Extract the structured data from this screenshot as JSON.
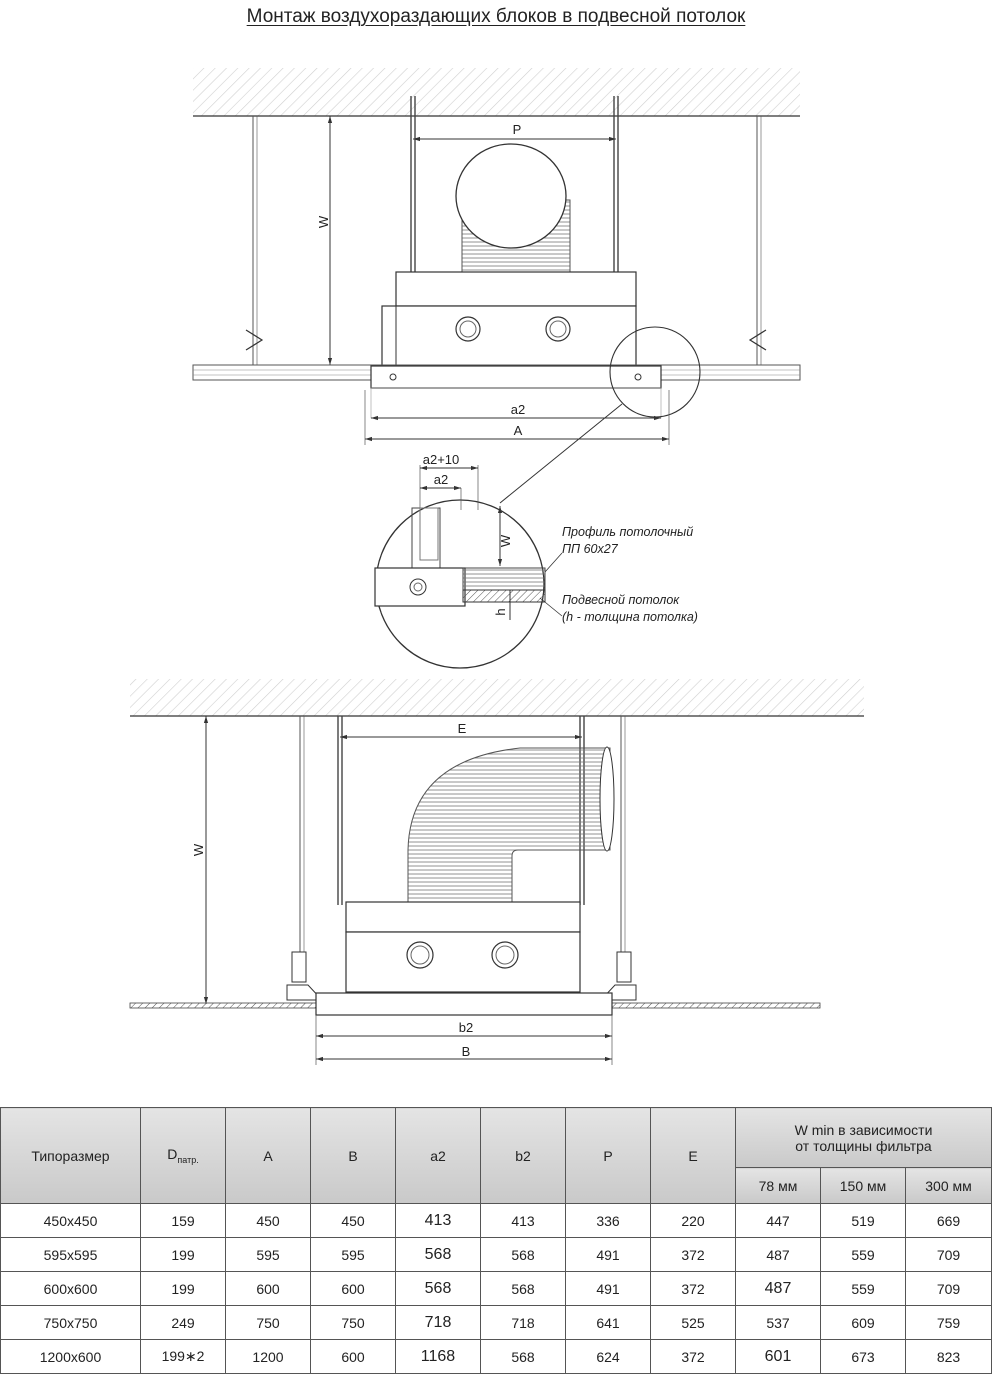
{
  "title": "Монтаж воздухораздающих блоков в подвесной потолок",
  "diagram_labels": {
    "p": "P",
    "w": "W",
    "a2": "a2",
    "a": "A",
    "a2_plus_10": "a2+10",
    "h": "h",
    "e": "E",
    "b2": "b2",
    "b": "B",
    "profile_line1": "Профиль потолочный",
    "profile_line2": "ПП 60х27",
    "ceiling_line1": "Подвесной потолок",
    "ceiling_line2": "(h - толщина потолка)"
  },
  "table": {
    "headers": {
      "size": "Типоразмер",
      "d_main": "D",
      "d_sub": "патр.",
      "a": "A",
      "b": "B",
      "a2": "a2",
      "b2": "b2",
      "p": "P",
      "e": "E",
      "wmin_line1": "W min в зависимости",
      "wmin_line2": "от толщины фильтра",
      "f78": "78 мм",
      "f150": "150 мм",
      "f300": "300 мм"
    },
    "rows": [
      {
        "size": "450х450",
        "d": "159",
        "a": "450",
        "b": "450",
        "a2": "413",
        "b2": "413",
        "p": "336",
        "e": "220",
        "w78": "447",
        "w150": "519",
        "w300": "669"
      },
      {
        "size": "595х595",
        "d": "199",
        "a": "595",
        "b": "595",
        "a2": "568",
        "b2": "568",
        "p": "491",
        "e": "372",
        "w78": "487",
        "w150": "559",
        "w300": "709"
      },
      {
        "size": "600х600",
        "d": "199",
        "a": "600",
        "b": "600",
        "a2": "568",
        "b2": "568",
        "p": "491",
        "e": "372",
        "w78": "487",
        "w150": "559",
        "w300": "709"
      },
      {
        "size": "750х750",
        "d": "249",
        "a": "750",
        "b": "750",
        "a2": "718",
        "b2": "718",
        "p": "641",
        "e": "525",
        "w78": "537",
        "w150": "609",
        "w300": "759"
      },
      {
        "size": "1200х600",
        "d": "199∗2",
        "a": "1200",
        "b": "600",
        "a2": "1168",
        "b2": "568",
        "p": "624",
        "e": "372",
        "w78": "601",
        "w150": "673",
        "w300": "823"
      }
    ]
  },
  "colors": {
    "line": "#333333",
    "hatch": "#c8c8c8",
    "header_bg": "#d4d4d4"
  }
}
